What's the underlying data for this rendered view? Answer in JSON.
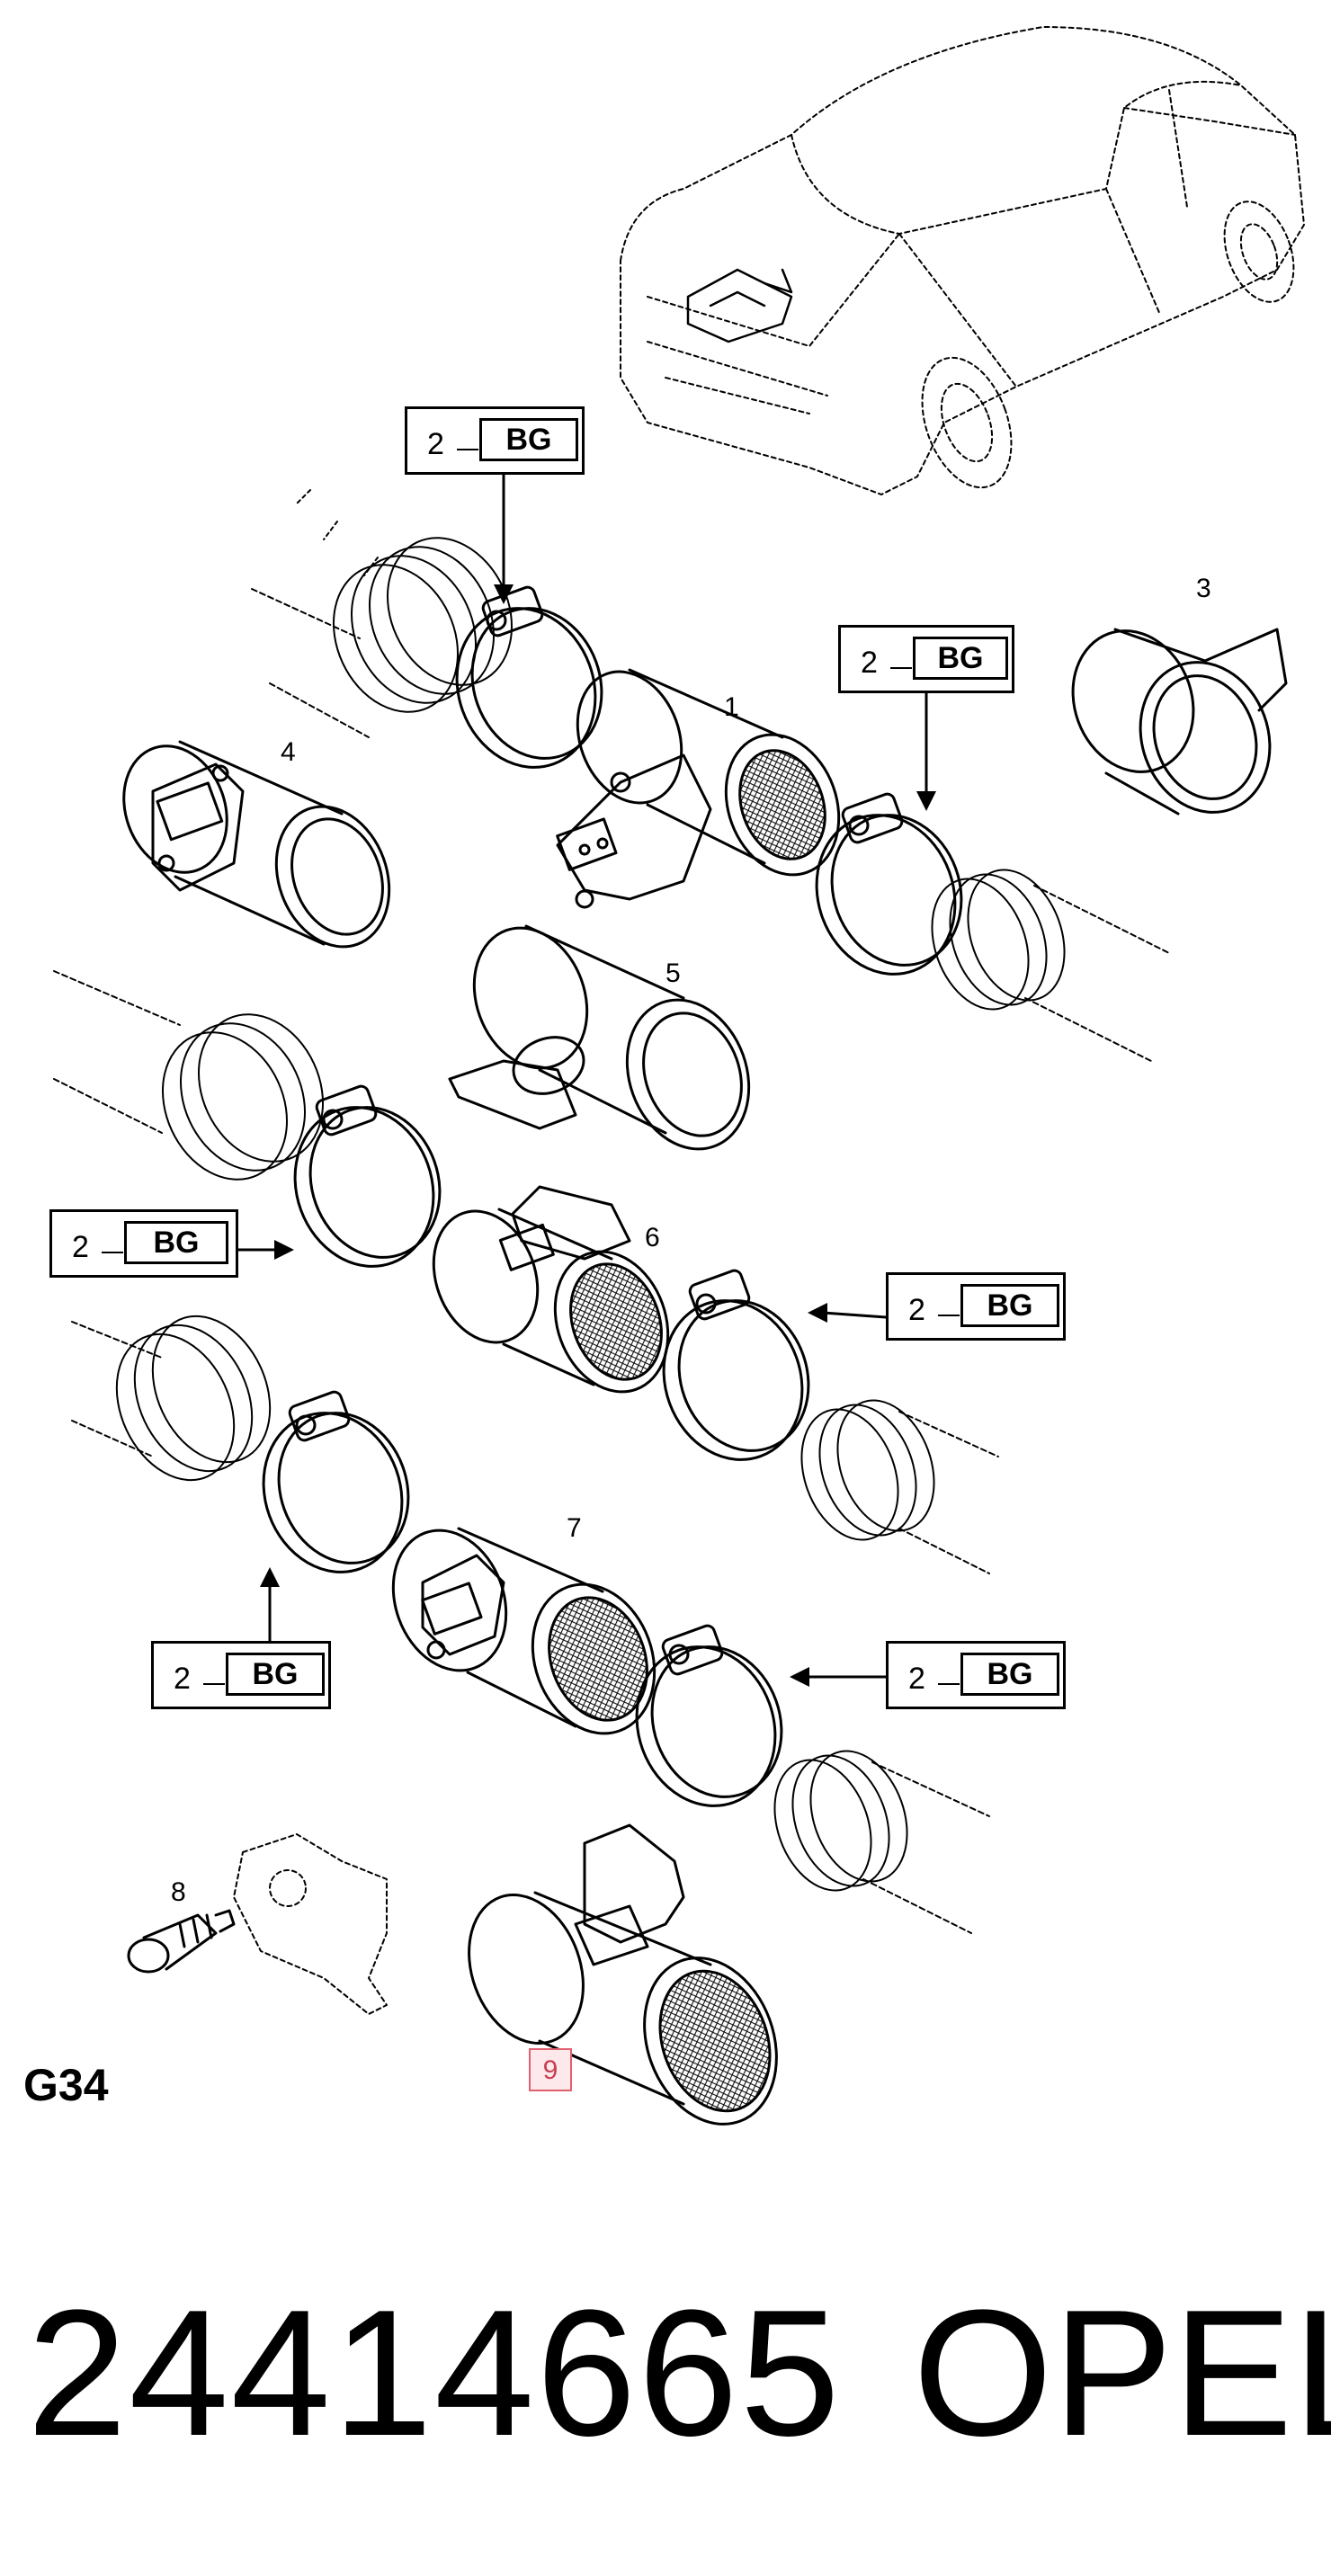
{
  "diagram": {
    "callouts": [
      {
        "id": "1",
        "text": "1"
      },
      {
        "id": "3",
        "text": "3"
      },
      {
        "id": "4",
        "text": "4"
      },
      {
        "id": "5",
        "text": "5"
      },
      {
        "id": "6",
        "text": "6"
      },
      {
        "id": "7",
        "text": "7"
      },
      {
        "id": "8",
        "text": "8"
      },
      {
        "id": "9",
        "text": "9"
      }
    ],
    "ref_boxes": [
      {
        "qty": "2",
        "code": "BG"
      },
      {
        "qty": "2",
        "code": "BG"
      },
      {
        "qty": "2",
        "code": "BG"
      },
      {
        "qty": "2",
        "code": "BG"
      },
      {
        "qty": "2",
        "code": "BG"
      },
      {
        "qty": "2",
        "code": "BG"
      }
    ],
    "section_code": "G34",
    "part_number": "24414665",
    "brand": "OPEL",
    "highlight_color": "#e06070"
  }
}
